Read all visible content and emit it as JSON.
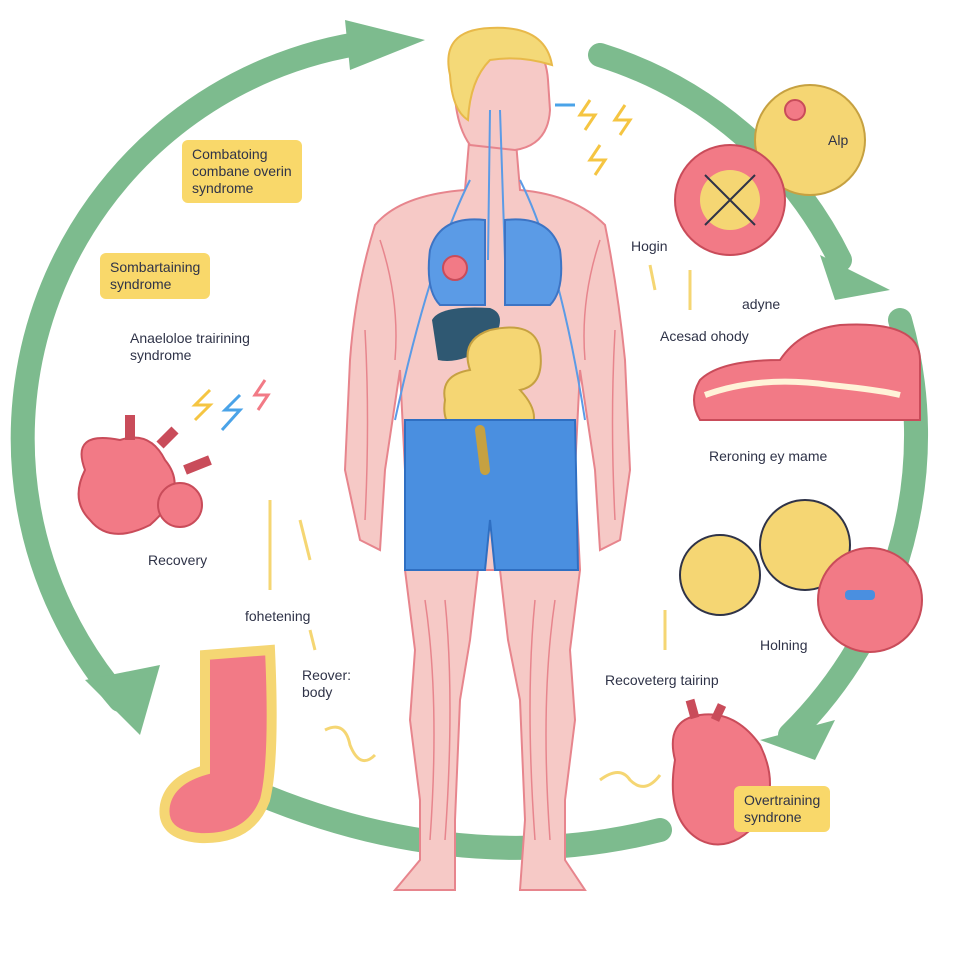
{
  "palette": {
    "cycle_arrow": "#7dbb8e",
    "skin": "#f6c9c6",
    "muscle_line": "#e7858d",
    "shorts": "#4a8fe0",
    "lungs": "#5b9be6",
    "hair": "#f4d978",
    "organ_pink": "#f27a86",
    "organ_yellow": "#f5d673",
    "label_box": "#f9d86a",
    "text": "#2f3348"
  },
  "icons": [
    "human-body",
    "lungs",
    "liver",
    "intestines",
    "heart",
    "muscle-fiber",
    "joint",
    "foot",
    "lightning-bolt",
    "cycle-arrow"
  ],
  "labels": {
    "box_top_left": [
      "Combatoing",
      "combane overin",
      "syndrome"
    ],
    "box_left": [
      "Sombartaining",
      "syndrome"
    ],
    "anaeloloe": [
      "Anaeloloe trairining",
      "syndrome"
    ],
    "recovery_left": "Recovery",
    "fohetening": "fohetening",
    "recover_body": [
      "Reover:",
      "body"
    ],
    "alp": "Alp",
    "hogin": "Hogin",
    "adyne": "adyne",
    "acesad": "Acesad ohody",
    "reroning": "Reroning ey mame",
    "holning": "Holning",
    "recoveterg": "Recoveterg tairinp",
    "box_bottom_right": [
      "Overtraining",
      "syndrone"
    ]
  }
}
